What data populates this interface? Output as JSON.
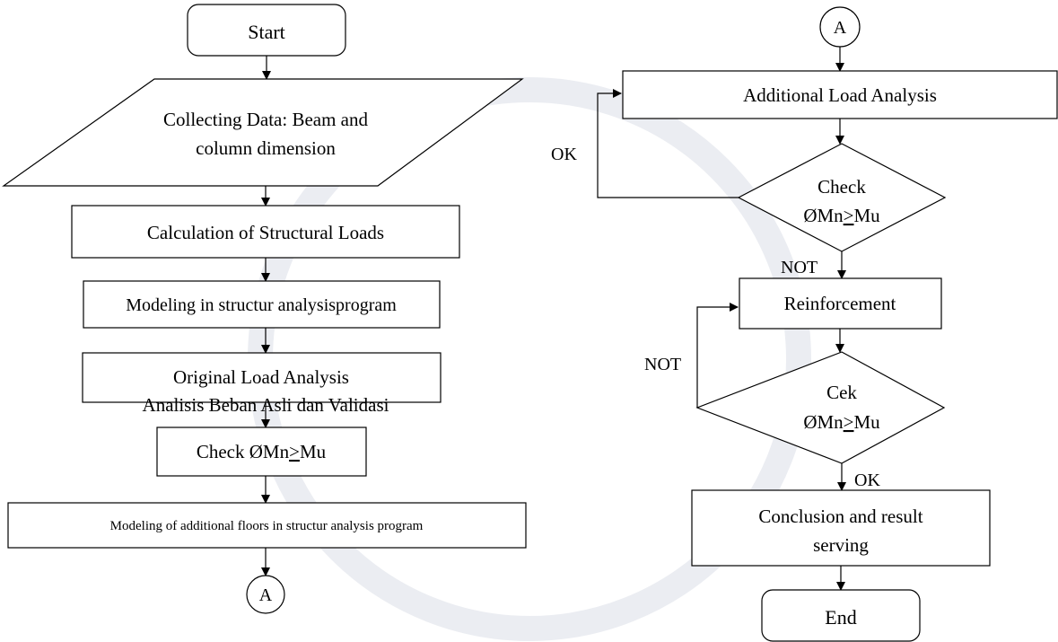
{
  "left_column": {
    "start": "Start",
    "collecting_line1": "Collecting Data: Beam and",
    "collecting_line2": "column dimension",
    "calculation": "Calculation of Structural Loads",
    "modeling": "Modeling in structur analysisprogram",
    "original_line1": "Original Load Analysis",
    "original_line2": "Analisis Beban Asli dan Validasi",
    "check_prefix": "Check ØMn",
    "check_ge": ">",
    "check_suffix": "Mu",
    "modeling_additional": "Modeling of additional floors in structur analysis program",
    "connector": "A"
  },
  "right_column": {
    "connector": "A",
    "additional": "Additional Load Analysis",
    "check_line1": "Check",
    "check_prefix": "ØMn",
    "check_ge": ">",
    "check_suffix": "Mu",
    "ok_label": "OK",
    "not_label": "NOT",
    "reinforcement": "Reinforcement",
    "not_label2": "NOT",
    "cek_line1": "Cek",
    "cek_prefix": "ØMn",
    "cek_ge": ">",
    "cek_suffix": "Mu",
    "ok_label2": "OK",
    "conclusion_line1": "Conclusion and result",
    "conclusion_line2": "serving",
    "end": "End"
  }
}
